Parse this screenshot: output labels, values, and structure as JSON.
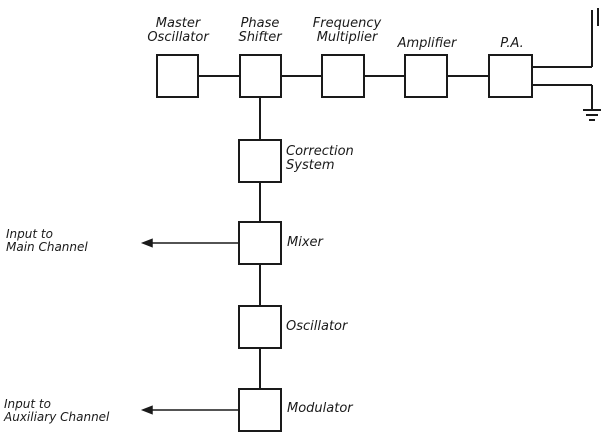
{
  "blocks": {
    "master_oscillator": [
      "Master",
      "Oscillator"
    ],
    "phase_shifter": [
      "Phase",
      "Shifter"
    ],
    "frequency_multiplier": [
      "Frequency",
      "Multiplier"
    ],
    "amplifier": "Amplifier",
    "pa": "P.A.",
    "correction_system": [
      "Correction",
      "System"
    ],
    "mixer": "Mixer",
    "oscillator": "Oscillator",
    "modulator": "Modulator"
  },
  "inputs": {
    "main_channel": [
      "Input to",
      "Main Channel"
    ],
    "auxiliary_channel": [
      "Input to",
      "Auxiliary Channel"
    ]
  },
  "colors": {
    "line": "#1a1a1a",
    "background": "#ffffff"
  }
}
